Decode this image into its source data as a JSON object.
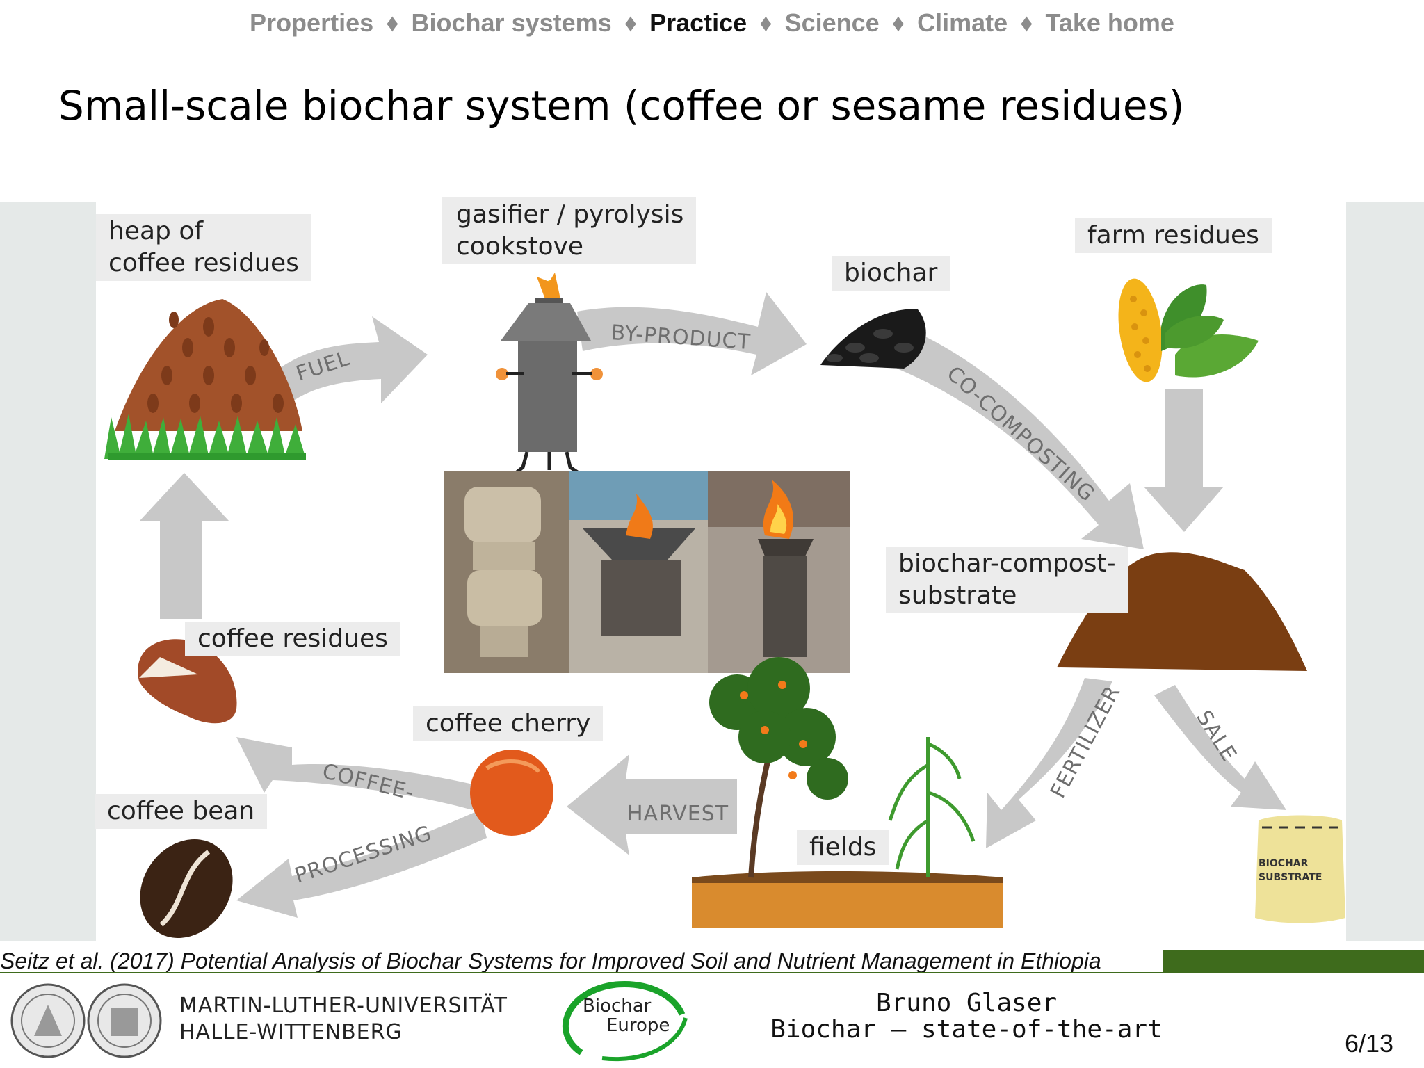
{
  "nav": {
    "items": [
      "Properties",
      "Biochar systems",
      "Practice",
      "Science",
      "Climate",
      "Take home"
    ],
    "separator": "♦",
    "current": "Practice"
  },
  "title": "Small-scale biochar system (coffee or sesame residues)",
  "diagram": {
    "labels": {
      "heap": [
        "heap of",
        "coffee residues"
      ],
      "gasifier": [
        "gasifier / pyrolysis",
        "cookstove"
      ],
      "biochar": "biochar",
      "farm_residues": "farm residues",
      "compost": [
        "biochar-compost-",
        "substrate"
      ],
      "coffee_residues": "coffee residues",
      "coffee_cherry": "coffee cherry",
      "coffee_bean": "coffee bean",
      "fields": "fields"
    },
    "arrows": {
      "fuel": "FUEL",
      "by_product": "BY-PRODUCT",
      "co_composting": "CO-COMPOSTING",
      "fertilizer": "FERTILIZER",
      "sale": "SALE",
      "harvest": "HARVEST",
      "coffee_processing_1": "COFFEE-",
      "coffee_processing_2": "PROCESSING"
    },
    "sack_text": [
      "BIOCHAR",
      "SUBSTRATE"
    ],
    "colors": {
      "arrow": "#c8c8c8",
      "coffee_brown": "#9a4a24",
      "biochar_black": "#1a1a1a",
      "compost": "#7a3e12",
      "soil": "#d8892e",
      "cherry": "#e25a1c"
    }
  },
  "citation": "Seitz et al. (2017) Potential Analysis of Biochar Systems for Improved Soil and Nutrient Management in Ethiopia",
  "footer": {
    "university_line1": "MARTIN-LUTHER-UNIVERSITÄT",
    "university_line2": "HALLE-WITTENBERG",
    "logo_line1": "Biochar",
    "logo_line2": "Europe",
    "author": "Bruno Glaser",
    "talk": "Biochar – state-of-the-art",
    "page": "6/13"
  }
}
